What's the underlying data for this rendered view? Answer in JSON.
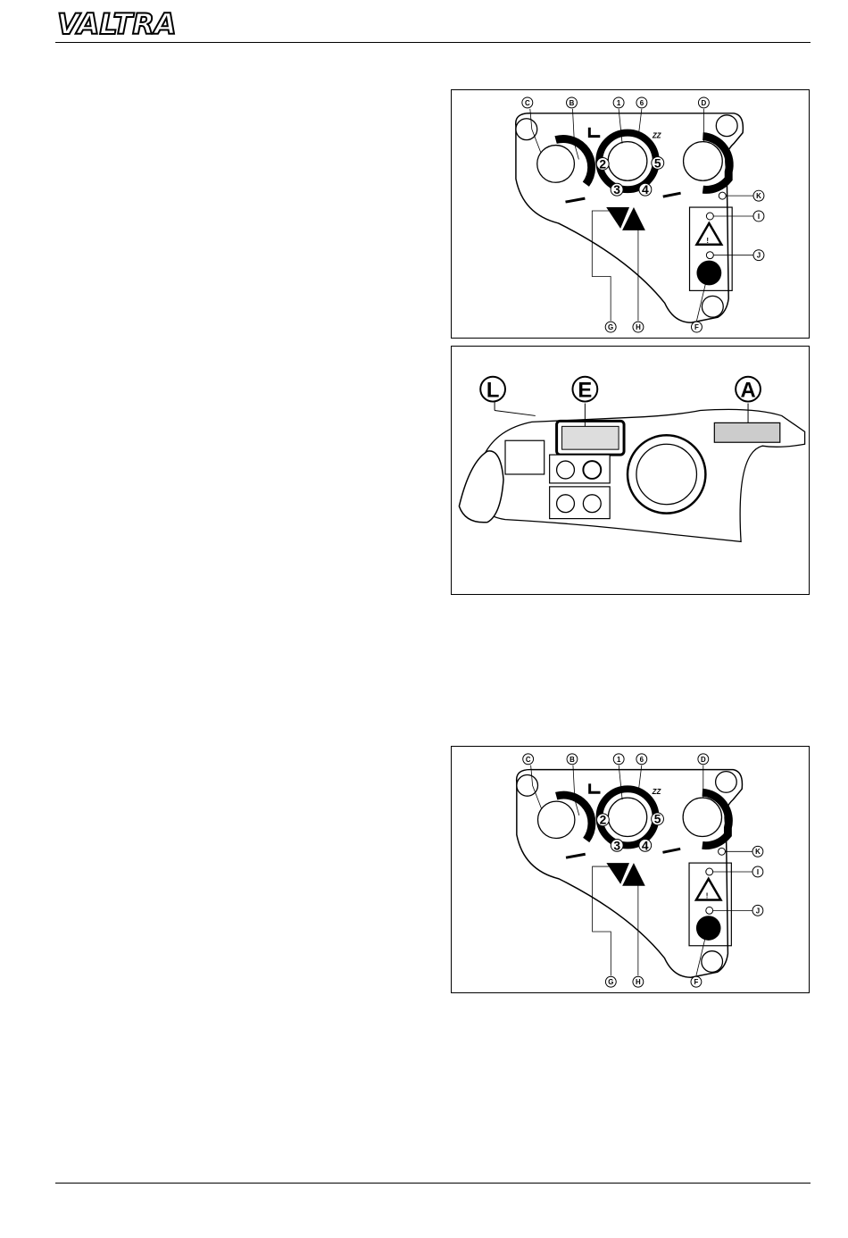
{
  "header": {
    "brand": "VALTRA"
  },
  "figure1": {
    "callouts": {
      "c": "C",
      "b": "B",
      "one": "1",
      "six": "6",
      "d": "D",
      "k": "K",
      "i": "I",
      "j": "J",
      "g": "G",
      "h": "H",
      "f": "F"
    },
    "positions": {
      "two": "2",
      "three": "3",
      "four": "4",
      "five": "5"
    }
  },
  "figure2": {
    "callouts": {
      "l": "L",
      "e": "E",
      "a": "A"
    }
  },
  "figure3": {
    "callouts": {
      "c": "C",
      "b": "B",
      "one": "1",
      "six": "6",
      "d": "D",
      "k": "K",
      "i": "I",
      "j": "J",
      "g": "G",
      "h": "H",
      "f": "F"
    },
    "positions": {
      "two": "2",
      "three": "3",
      "four": "4",
      "five": "5"
    }
  }
}
